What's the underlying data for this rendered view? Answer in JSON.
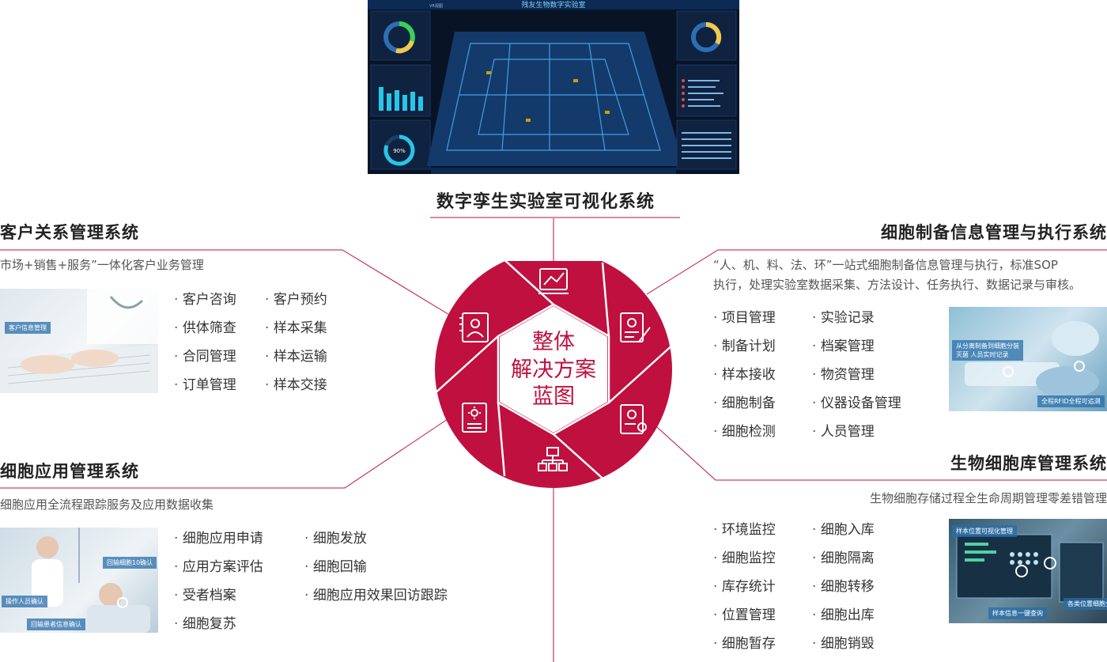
{
  "center": {
    "label_lines": [
      "整体",
      "解决方案",
      "蓝图"
    ],
    "brand_color": "#c0103f"
  },
  "top": {
    "title": "数字孪生实验室可视化系统",
    "screen_title": "残友生物数字实验室",
    "screen_tab": "VR视图",
    "gauge_value": "90%"
  },
  "crm": {
    "title": "客户关系管理系统",
    "desc": "市场+销售+服务”一体化客户业务管理",
    "photo_tag": "客户信息管理",
    "items": [
      "客户咨询",
      "客户预约",
      "供体筛查",
      "样本采集",
      "合同管理",
      "样本运输",
      "订单管理",
      "样本交接"
    ]
  },
  "cell_app": {
    "title": "细胞应用管理系统",
    "desc": "细胞应用全流程跟踪服务及应用数据收集",
    "photo_tags": [
      "回输细胞10确认",
      "操作人员确认",
      "回输患者信息确认"
    ],
    "items_left": [
      "细胞应用申请",
      "应用方案评估",
      "受者档案",
      "细胞复苏"
    ],
    "items_right": [
      "细胞发放",
      "细胞回输",
      "细胞应用效果回访跟踪"
    ]
  },
  "cell_prep": {
    "title": "细胞制备信息管理与执行系统",
    "desc_lines": [
      "“人、机、料、法、环”一站式细胞制备信息管理与执行，标准SOP",
      "执行，处理实验室数据采集、方法设计、任务执行、数据记录与审核。"
    ],
    "photo_tags": [
      "从分离制备到细胞分装灭菌 人员实时记录",
      "全程RFID全程可追溯"
    ],
    "items": [
      "项目管理",
      "实验记录",
      "制备计划",
      "档案管理",
      "样本接收",
      "物资管理",
      "细胞制备",
      "仪器设备管理",
      "细胞检测",
      "人员管理"
    ]
  },
  "biobank": {
    "title": "生物细胞库管理系统",
    "desc": "生物细胞存储过程全生命周期管理零差错管理",
    "photo_tags": [
      "样本位置可视化管理",
      "样本信息一键查询",
      "各类位置细胞分布存"
    ],
    "items": [
      "环境监控",
      "细胞入库",
      "细胞监控",
      "细胞隔离",
      "库存统计",
      "细胞转移",
      "位置管理",
      "细胞出库",
      "细胞暂存",
      "细胞销毁"
    ]
  }
}
